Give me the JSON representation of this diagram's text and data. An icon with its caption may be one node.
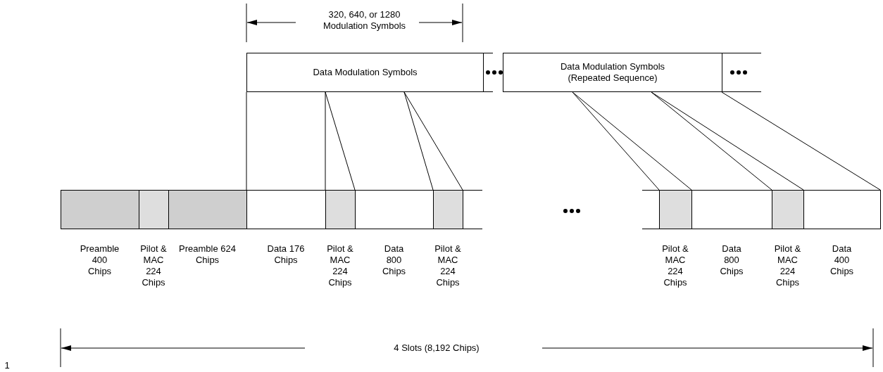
{
  "diagram": {
    "nodes": [
      {
        "text": [
          "Data Modulation Symbols"
        ]
      },
      {
        "text": [
          "Data Modulation Symbols (Repeated Sequence)"
        ]
      },
      {
        "text": [
          "Preamble 400 Chips"
        ]
      },
      {
        "text": [
          "Pilot & MAC 224 Chips"
        ]
      },
      {
        "text": [
          "Preamble 624 Chips"
        ]
      },
      {
        "text": [
          "Data 176 Chips"
        ]
      },
      {
        "text": [
          "Pilot & MAC 224 Chips"
        ]
      },
      {
        "text": [
          "Data 800 Chips"
        ]
      },
      {
        "text": [
          "Pilot & MAC 224 Chips"
        ]
      },
      {
        "text": [
          "Pilot & MAC 224 Chips"
        ]
      },
      {
        "text": [
          "Data 800 Chips"
        ]
      },
      {
        "text": [
          "Pilot & MAC 224 Chips"
        ]
      },
      {
        "text": [
          "Data 400 Chips"
        ]
      }
    ],
    "edges": [
      {
        "from": 0,
        "to": 5,
        "arrow": "none"
      },
      {
        "from": 0,
        "to": 6,
        "arrow": "none"
      },
      {
        "from": 0,
        "to": 6,
        "arrow": "none"
      },
      {
        "from": 0,
        "to": 8,
        "arrow": "none"
      },
      {
        "from": 0,
        "to": 8,
        "arrow": "none"
      },
      {
        "from": 1,
        "to": 9,
        "arrow": "none"
      },
      {
        "from": 1,
        "to": 9,
        "arrow": "none"
      },
      {
        "from": 1,
        "to": 11,
        "arrow": "none"
      },
      {
        "from": 1,
        "to": 11,
        "arrow": "none"
      },
      {
        "from": 1,
        "to": 12,
        "arrow": "none"
      }
    ],
    "labels": [
      "320, 640, or 1280 Modulation Symbols",
      "4 Slots (8,192 Chips)",
      "1"
    ]
  }
}
